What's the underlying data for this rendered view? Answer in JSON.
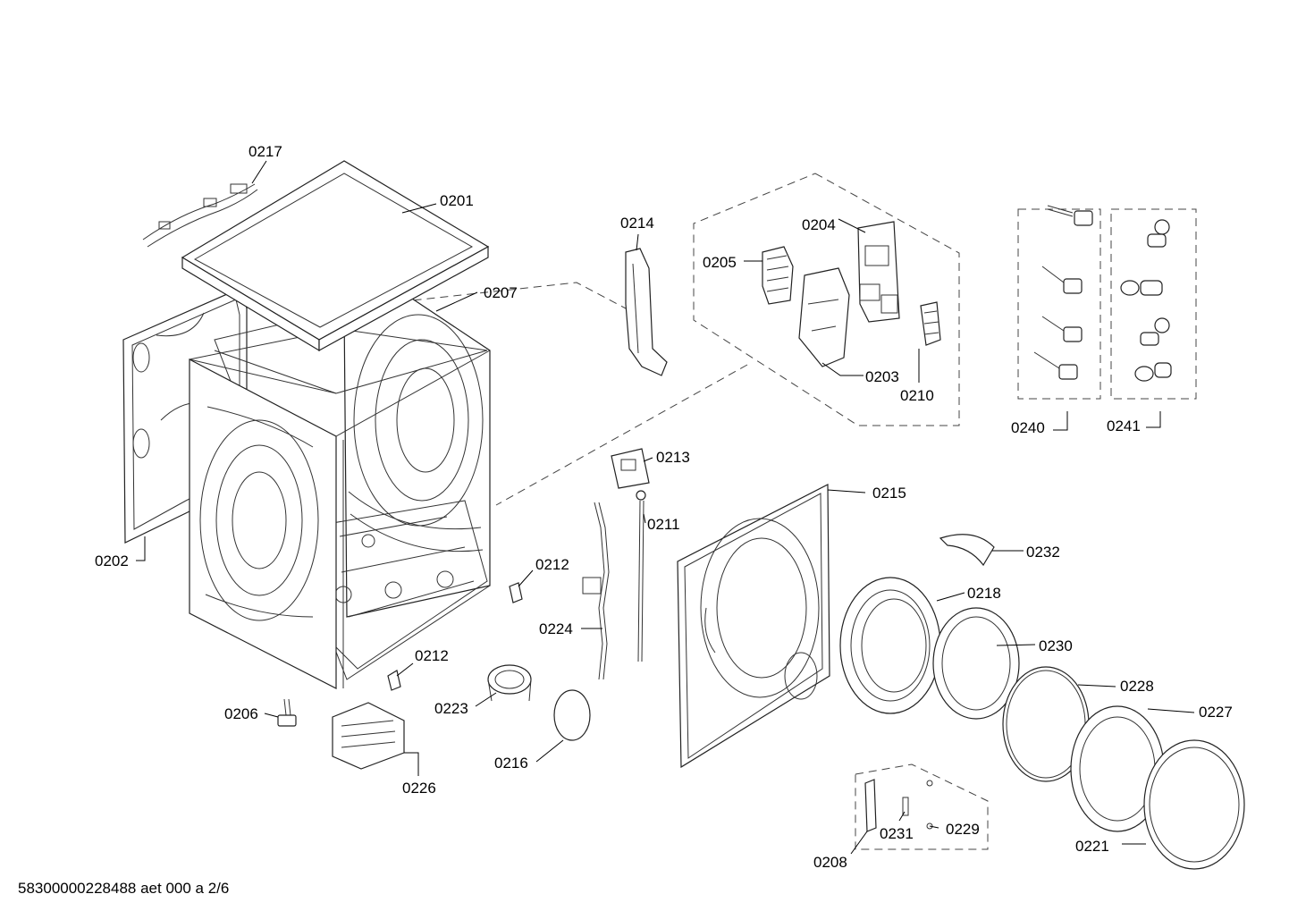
{
  "labels": {
    "l0217": "0217",
    "l0201": "0201",
    "l0207": "0207",
    "l0214": "0214",
    "l0204": "0204",
    "l0205": "0205",
    "l0203": "0203",
    "l0210": "0210",
    "l0240": "0240",
    "l0241": "0241",
    "l0213": "0213",
    "l0211": "0211",
    "l0215": "0215",
    "l0232": "0232",
    "l0202": "0202",
    "l0212a": "0212",
    "l0218": "0218",
    "l0224": "0224",
    "l0230": "0230",
    "l0212b": "0212",
    "l0228": "0228",
    "l0227": "0227",
    "l0206": "0206",
    "l0223": "0223",
    "l0216": "0216",
    "l0226": "0226",
    "l0231": "0231",
    "l0229": "0229",
    "l0221": "0221",
    "l0208": "0208"
  },
  "footer": "58300000228488 aet 000 a 2/6"
}
